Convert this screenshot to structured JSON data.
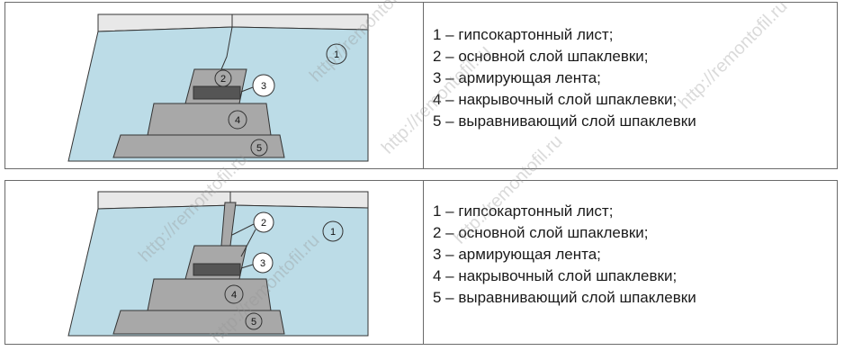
{
  "panels": [
    {
      "legend": [
        "1 – гипсокартонный лист;",
        "2 – основной слой шпаклевки;",
        "3 – армирующая лента;",
        "4 – накрывочный слой шпаклевки;",
        "5 – выравнивающий слой шпаклевки"
      ],
      "callouts": [
        "1",
        "2",
        "3",
        "4",
        "5"
      ]
    },
    {
      "legend": [
        "1 – гипсокартонный лист;",
        "2 – основной слой шпаклевки;",
        "3 – армирующая лента;",
        "4 – накрывочный слой шпаклевки;",
        "5 – выравнивающий слой шпаклевки"
      ],
      "callouts": [
        "1",
        "2",
        "3",
        "4",
        "5"
      ]
    }
  ],
  "watermark": "http://remontofil.ru",
  "colors": {
    "board": "#bcdce7",
    "board_edge": "#e8e8e8",
    "layer_fill": "#a8a8a8",
    "tape_fill": "#555555",
    "outline": "#333333",
    "watermark": "#969696"
  }
}
